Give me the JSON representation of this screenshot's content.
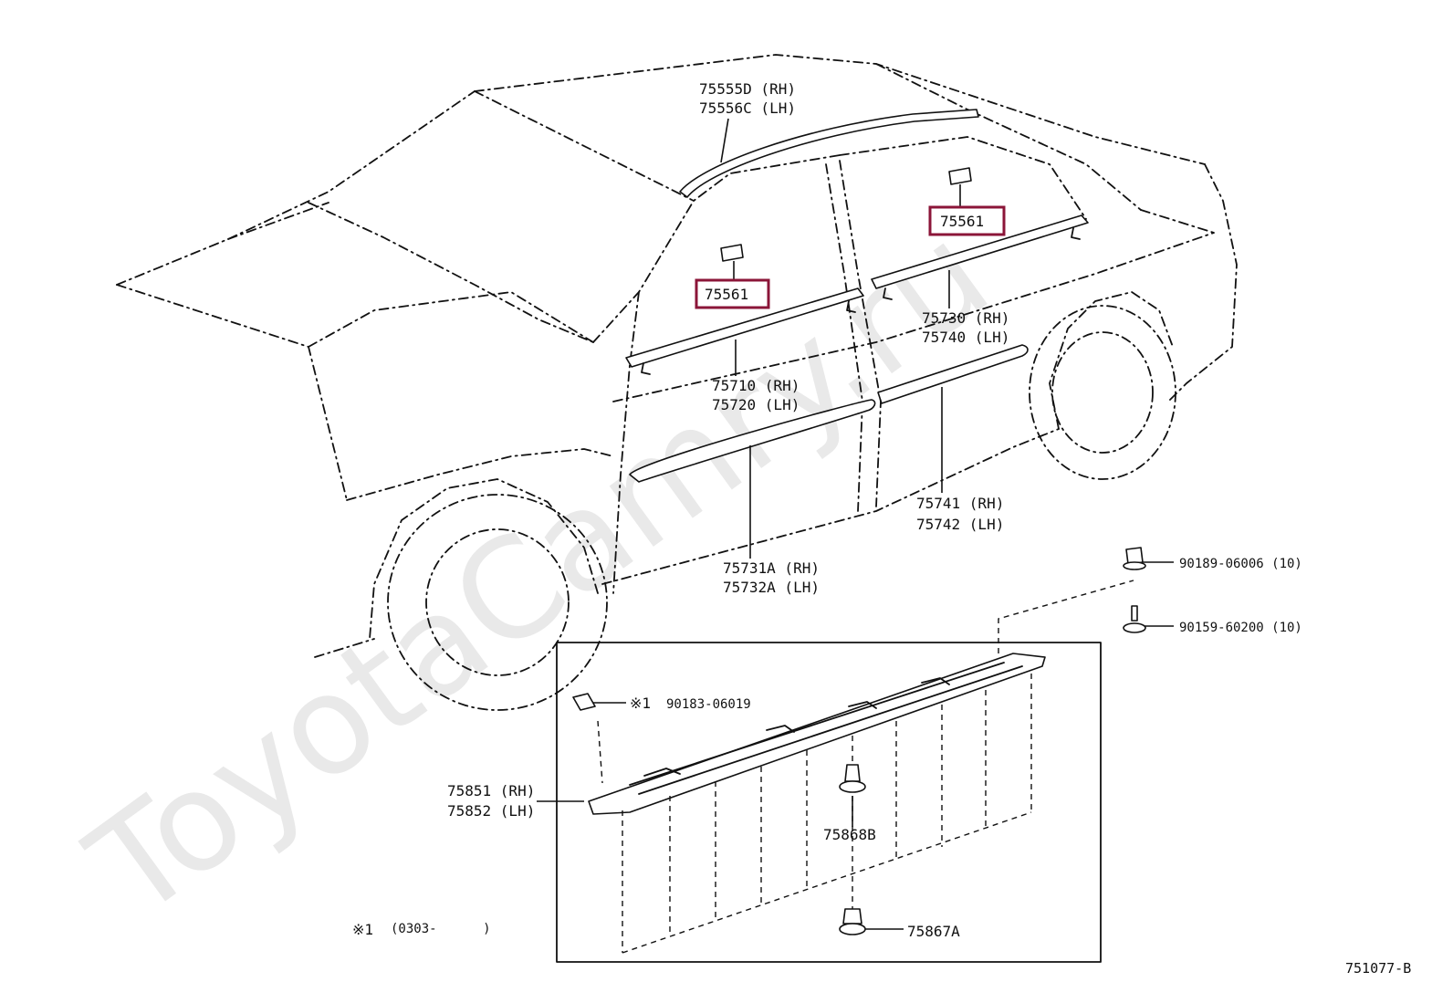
{
  "watermark": "ToyotaCamry.ru",
  "labels": {
    "roof_mold_rh": "75555D (RH)",
    "roof_mold_lh": "75556C (LH)",
    "clip_rear": "75561",
    "clip_front": "75561",
    "rear_belt_rh": "75730 (RH)",
    "rear_belt_lh": "75740 (LH)",
    "front_belt_rh": "75710 (RH)",
    "front_belt_lh": "75720 (LH)",
    "rear_side_rh": "75741 (RH)",
    "rear_side_lh": "75742 (LH)",
    "front_side_rh": "75731A (RH)",
    "front_side_lh": "75732A (LH)",
    "clip_90189": "90189-06006 (10)",
    "screw_90159": "90159-60200 (10)",
    "nut_90183": "90183-06019",
    "nut_90183_mark": "※1",
    "rocker_rh": "75851 (RH)",
    "rocker_lh": "75852 (LH)",
    "clip_75868": "75868B",
    "clip_75867": "75867A",
    "footnote_mark": "※1",
    "footnote_text": "(0303-      )",
    "figure_id": "751077-B"
  },
  "highlight_color": "#8b1538"
}
